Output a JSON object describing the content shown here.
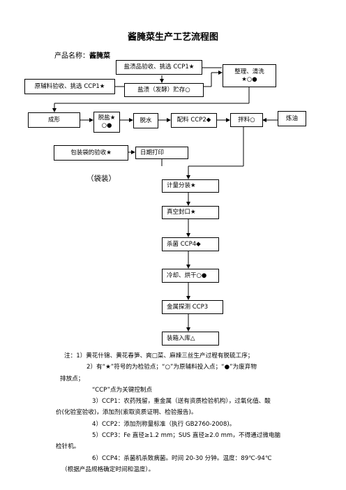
{
  "title": "酱腌菜生产工艺流程图",
  "product": {
    "label": "产品名称：",
    "value": "酱腌菜"
  },
  "boxes": {
    "salted_inspect": "盐渍品验收、挑选 CCP1★",
    "raw_inspect": "原辅料验收、挑选 CCP1★",
    "salt_ferment": "盐渍（发酵）贮存○",
    "clean_1": "整理、清洗",
    "clean_2": "★○●",
    "form": "成形",
    "desalt_1": "脱盐★",
    "desalt_2": "○●",
    "dewater": "脱水",
    "batch": "配料 CCP2◆",
    "mix": "拌料○",
    "oil": "炼油",
    "bag_inspect": "包装袋的验收★",
    "date_print": "日期打印",
    "portion": "计量分装★",
    "vacuum": "真空封口★",
    "sterilize": "杀菌 CCP4◆",
    "cool_dry": "冷却、烘干○●",
    "metal": "金属探测 CCP3",
    "box_store": "装箱入库△"
  },
  "pkg_note": "（袋装）",
  "notes": [
    "注：1）黄花什锦、黄花春笋、爽□菜、麻辣三丝生产过程有脱硫工序；",
    "2）有“★”符号的为检验点；“○”为原辅料投入点；“●”为废弃物",
    "排放点；",
    "“CCP”点为关键控制点",
    "3）CCP1：农药残留，重金属（送有资质检验机构），过氧化值、酸",
    "价(化验室验收)，添加剂(索取资质证明、检验报告)。",
    "4）CCP2：添加剂称量标准（执行 GB2760-2008)。",
    "5）CCP3：Fe 直径≥1.2 mm；SUS 直径≥2.0 mm，不得通过微电脑",
    "检针机。",
    "6）CCP4：杀菌机杀致病菌。时间 20-30 分钟。温度：89℃-94℃",
    "（根据产品规格确定时间和温度）。"
  ]
}
